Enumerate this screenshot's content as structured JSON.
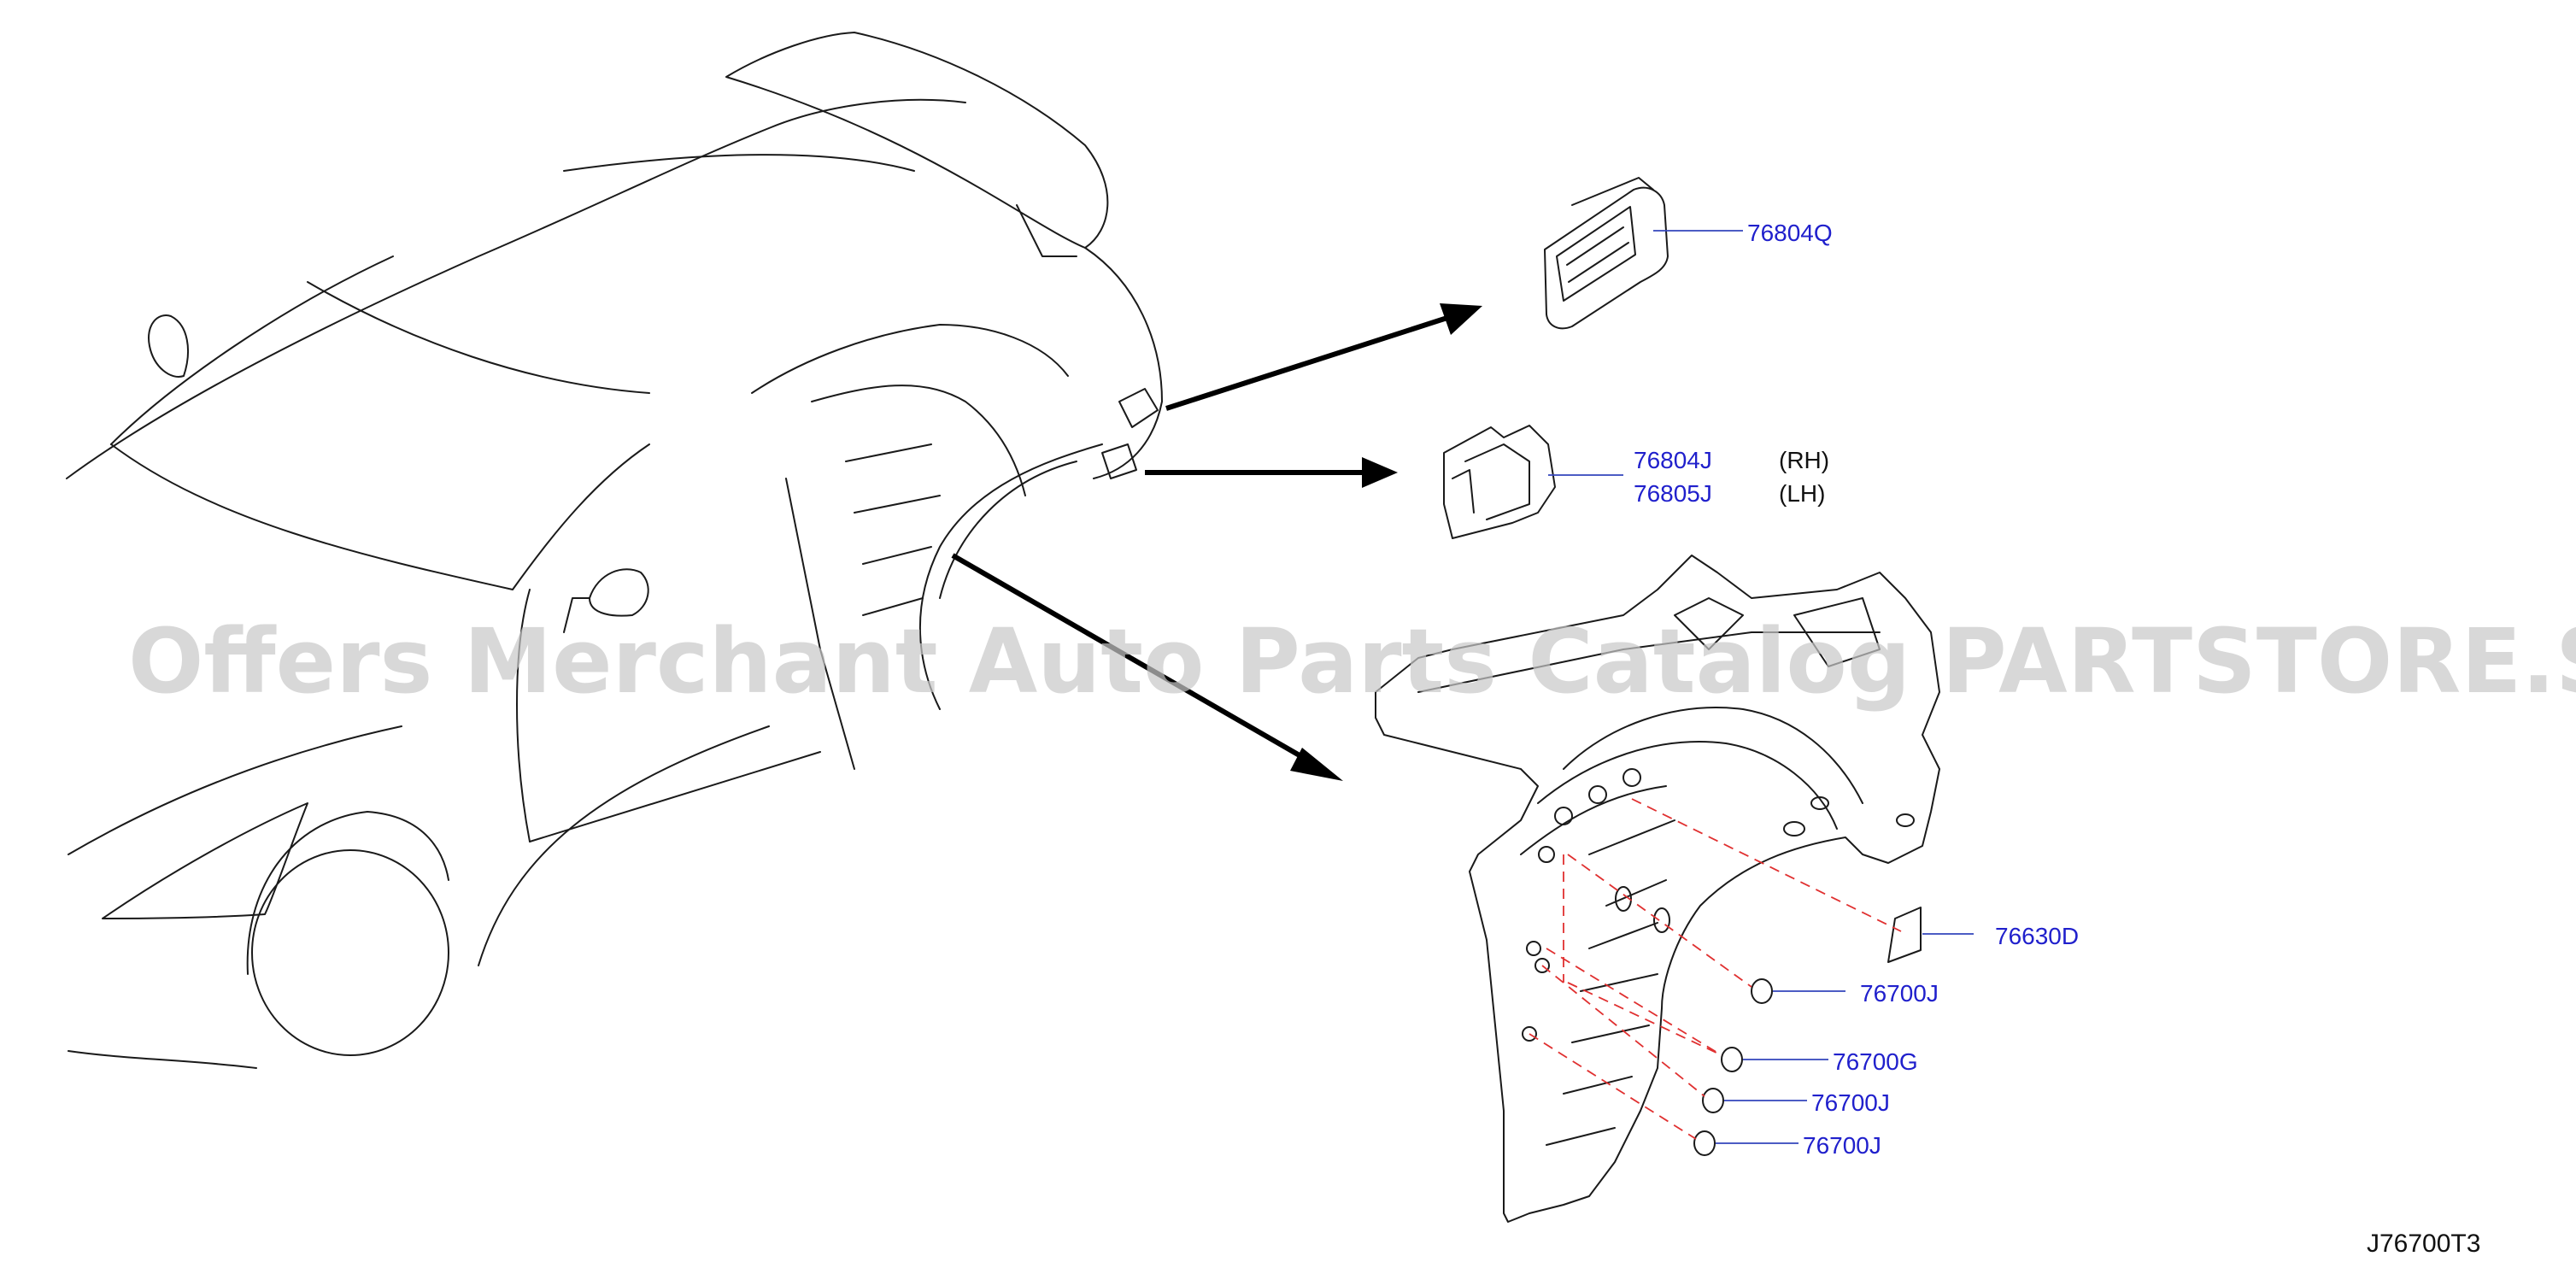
{
  "watermark": "Offers Merchant Auto Parts Catalog PARTSTORE.SA",
  "diagram_code": "J76700T3",
  "parts": [
    {
      "number": "76804Q",
      "side": ""
    },
    {
      "number": "76804J",
      "side": "(RH)"
    },
    {
      "number": "76805J",
      "side": "(LH)"
    },
    {
      "number": "76630D",
      "side": ""
    },
    {
      "number": "76700J",
      "side": ""
    },
    {
      "number": "76700G",
      "side": ""
    },
    {
      "number": "76700J",
      "side": ""
    },
    {
      "number": "76700J",
      "side": ""
    }
  ],
  "colors": {
    "part_label": "#2020cc",
    "leader": "#3344bb",
    "dashed_leader": "#e03030",
    "watermark": "#c8c8c8"
  }
}
